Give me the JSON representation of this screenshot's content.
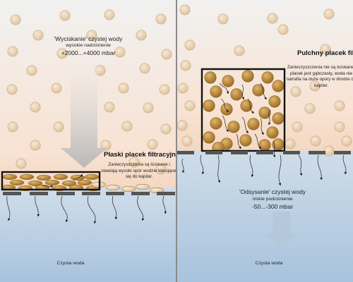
{
  "left": {
    "press_title": "'Wyciskanie' czystej wody",
    "press_subtitle": "wysokie nadciśnienie",
    "press_value": "+2000...+4000 mbar",
    "cake_title": "Płaski placek filtracyjny",
    "cake_desc": "Zanieczyszczenia są ściskane i stawiają wysoki opór wodzie kierującej się do kapilar.",
    "water_label": "Czysta woda"
  },
  "right": {
    "cake_title": "Pulchny placek filtracyjny",
    "cake_desc": "Zanieczyszczenia nie są ściskane, placek jest gąbczasty, woda nie natrafia na duże opory w drodze do kapilar.",
    "suction_title": "'Odsysanie' czystej wody",
    "suction_subtitle": "niskie podciśnienie",
    "suction_value": "-50...-300 mbar",
    "water_label": "Czysta woda"
  },
  "colors": {
    "particle_fill": "#efdcc3",
    "particle_stroke": "#c9a880",
    "cake_particle": "#b5852e",
    "flat_particle": "#c99745",
    "water_top": "#d0deea",
    "water_bottom": "#a9c4de",
    "membrane": "#555555",
    "arrow": "#b9b9b9",
    "suction_arrow": "#b8cbdc"
  }
}
